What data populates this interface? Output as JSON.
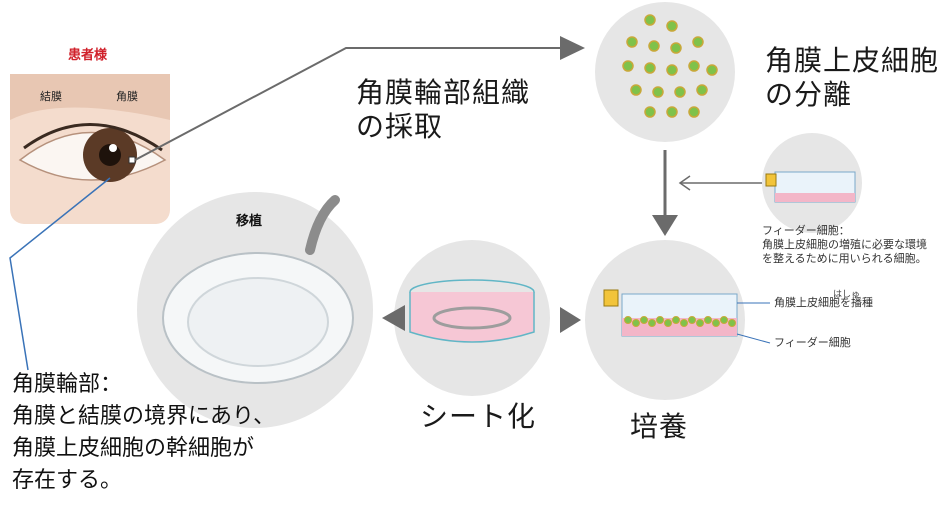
{
  "patient_label": "患者様",
  "eye_labels": {
    "conjunctiva": "結膜",
    "cornea": "角膜"
  },
  "steps": {
    "harvest": "角膜輪部組織\nの採取",
    "isolate": "角膜上皮細胞\nの分離",
    "culture": "培養",
    "sheet": "シート化",
    "transplant": "移植"
  },
  "feeder_note": {
    "title": "フィーダー細胞：",
    "body": "角膜上皮細胞の増殖に必要な環境\nを整えるために用いられる細胞。"
  },
  "culture_labels": {
    "seed_prefix": "角膜上皮細胞を",
    "seed_word": "播種",
    "seed_ruby": "はしゅ",
    "feeder": "フィーダー細胞"
  },
  "limbus_note": {
    "title": "角膜輪部：",
    "line1": "角膜と結膜の境界にあり、",
    "line2": "角膜上皮細胞の幹細胞が",
    "line3": "存在する。"
  },
  "colors": {
    "circle_bg": "#e6e6e6",
    "arrow": "#6b6b6b",
    "cell_green": "#7fc24a",
    "dish_pink": "#f3b6c8",
    "leader_blue": "#3a73b8",
    "patient_red": "#d0202a"
  }
}
